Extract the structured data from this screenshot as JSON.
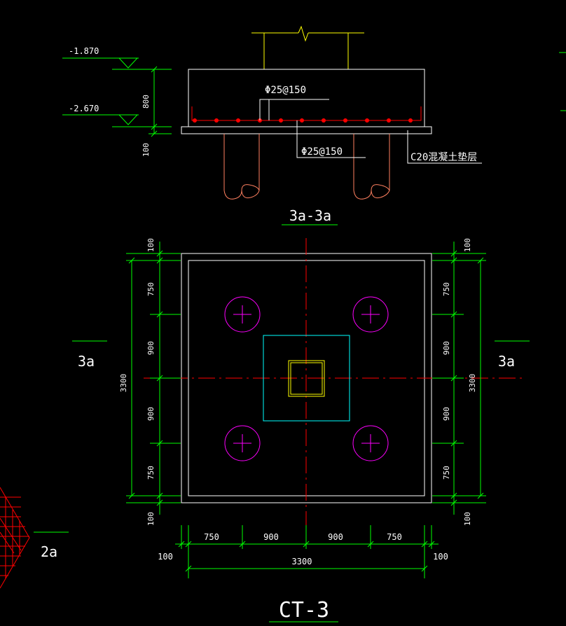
{
  "section": {
    "levels": [
      "-1.870",
      "-2.670"
    ],
    "dims": [
      "800",
      "100"
    ],
    "rebar_top": "Φ25@150",
    "rebar_bottom": "Φ25@150",
    "cushion": "C20混凝土垫层",
    "title": "3a-3a"
  },
  "plan": {
    "left_dims": [
      "100",
      "750",
      "900",
      "900",
      "750",
      "100"
    ],
    "right_dims": [
      "100",
      "750",
      "900",
      "900",
      "750",
      "100"
    ],
    "total_v": "3300",
    "bottom_dims": [
      "750",
      "900",
      "900",
      "750"
    ],
    "edge_left": "100",
    "edge_right": "100",
    "total_h": "3300",
    "cut_marks": [
      "3a",
      "3a"
    ],
    "title": "CT-3"
  },
  "partial": {
    "label": "2a"
  },
  "colors": {
    "bg": "#000000",
    "white": "#ffffff",
    "green": "#00ff00",
    "red": "#ff0000",
    "magenta": "#ff00ff",
    "cyan": "#00ffff",
    "yellow": "#ffff00",
    "pile": "#ff8060"
  }
}
